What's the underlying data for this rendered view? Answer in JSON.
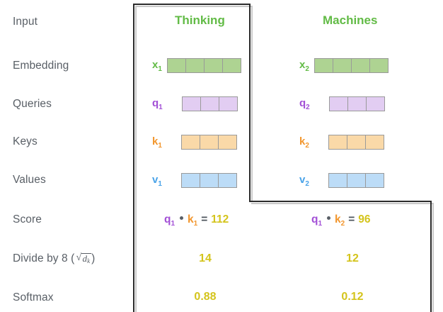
{
  "figure": {
    "title_hidden": "",
    "columns": [
      {
        "id": "col1",
        "header": "Thinking"
      },
      {
        "id": "col2",
        "header": "Machines"
      }
    ],
    "row_labels": {
      "input": "Input",
      "embedding": "Embedding",
      "queries": "Queries",
      "keys": "Keys",
      "values": "Values",
      "score": "Score",
      "divide_prefix": "Divide by 8 (",
      "divide_radicand": "d",
      "divide_radicand_sub": "k",
      "divide_suffix": ")",
      "softmax": "Softmax"
    },
    "vectors": {
      "embedding": [
        {
          "label": "x",
          "sub": "1",
          "cells": 4,
          "fill": "c-green",
          "text_color": "t-green"
        },
        {
          "label": "x",
          "sub": "2",
          "cells": 4,
          "fill": "c-green",
          "text_color": "t-green"
        }
      ],
      "queries": [
        {
          "label": "q",
          "sub": "1",
          "cells": 3,
          "fill": "c-purple",
          "text_color": "t-purple"
        },
        {
          "label": "q",
          "sub": "2",
          "cells": 3,
          "fill": "c-purple",
          "text_color": "t-purple"
        }
      ],
      "keys": [
        {
          "label": "k",
          "sub": "1",
          "cells": 3,
          "fill": "c-orange",
          "text_color": "t-orange"
        },
        {
          "label": "k",
          "sub": "2",
          "cells": 3,
          "fill": "c-orange",
          "text_color": "t-orange"
        }
      ],
      "values": [
        {
          "label": "v",
          "sub": "1",
          "cells": 3,
          "fill": "c-blue",
          "text_color": "t-blue"
        },
        {
          "label": "v",
          "sub": "2",
          "cells": 3,
          "fill": "c-blue",
          "text_color": "t-blue"
        }
      ]
    },
    "score_rows": [
      {
        "q_label": "q",
        "q_sub": "1",
        "k_label": "k",
        "k_sub": "1",
        "equals": "=",
        "result": "112"
      },
      {
        "q_label": "q",
        "q_sub": "1",
        "k_label": "k",
        "k_sub": "2",
        "equals": "=",
        "result": "96"
      }
    ],
    "divide_values": [
      "14",
      "12"
    ],
    "softmax_values": [
      "0.88",
      "0.12"
    ],
    "colors": {
      "green": "#62bb46",
      "purple": "#a24fd6",
      "orange": "#f2962d",
      "blue": "#4aa3e8",
      "yellow": "#d4c41c",
      "label_gray": "#595f66",
      "cell_border": "#9a9a9a",
      "frame": "#2b2b2b"
    }
  }
}
